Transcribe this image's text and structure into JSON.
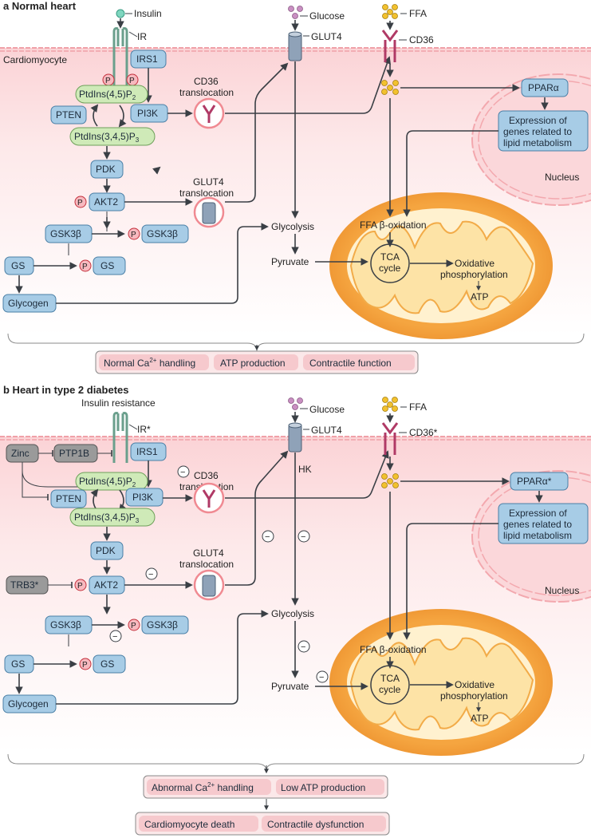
{
  "panel_a": {
    "title": "a  Normal heart",
    "cardiomyocyte": "Cardiomyocyte",
    "insulin": "Insulin",
    "ir": "IR",
    "irs1": "IRS1",
    "ptdins45": "PtdIns(4,5)P",
    "ptdins45_sub": "2",
    "pten": "PTEN",
    "pi3k": "PI3K",
    "ptdins345": "PtdIns(3,4,5)P",
    "ptdins345_sub": "3",
    "pdk": "PDK",
    "akt2": "AKT2",
    "gsk3b": "GSK3β",
    "gsk3b_p": "GSK3β",
    "gs": "GS",
    "gs_p": "GS",
    "glycogen": "Glycogen",
    "p": "P",
    "glucose": "Glucose",
    "glut4": "GLUT4",
    "ffa": "FFA",
    "cd36": "CD36",
    "cd36_transloc_1": "CD36",
    "cd36_transloc_2": "translocation",
    "glut4_transloc_1": "GLUT4",
    "glut4_transloc_2": "translocation",
    "glycolysis": "Glycolysis",
    "pyruvate": "Pyruvate",
    "ppara": "PPARα",
    "expr_1": "Expression of",
    "expr_2": "genes related to",
    "expr_3": "lipid metabolism",
    "nucleus": "Nucleus",
    "beta_ox": "FFA β-oxidation",
    "tca_1": "TCA",
    "tca_2": "cycle",
    "oxphos_1": "Oxidative",
    "oxphos_2": "phosphorylation",
    "atp": "ATP",
    "outcomes": {
      "ca_pre": "Normal  Ca",
      "ca_sup": "2+",
      "ca_post": " handling",
      "atp": "ATP production",
      "contractile": "Contractile function"
    }
  },
  "panel_b": {
    "title": "b  Heart in type 2 diabetes",
    "insulin_resistance": "Insulin resistance",
    "ir": "IR*",
    "zinc": "Zinc",
    "ptp1b": "PTP1B",
    "irs1": "IRS1",
    "ptdins45": "PtdIns(4,5)P",
    "ptdins45_sub": "2",
    "pten": "PTEN",
    "pi3k": "PI3K",
    "ptdins345": "PtdIns(3,4,5)P",
    "ptdins345_sub": "3",
    "pdk": "PDK",
    "trb3": "TRB3*",
    "akt2": "AKT2",
    "gsk3b": "GSK3β",
    "gsk3b_p": "GSK3β",
    "gs": "GS",
    "gs_p": "GS",
    "glycogen": "Glycogen",
    "p": "P",
    "minus": "−",
    "glucose": "Glucose",
    "glut4": "GLUT4",
    "hk": "HK",
    "ffa": "FFA",
    "cd36": "CD36*",
    "cd36_transloc_1": "CD36",
    "cd36_transloc_2": "translocation",
    "glut4_transloc_1": "GLUT4",
    "glut4_transloc_2": "translocation",
    "glycolysis": "Glycolysis",
    "pyruvate": "Pyruvate",
    "ppara": "PPARα*",
    "expr_1": "Expression of",
    "expr_2": "genes related to",
    "expr_3": "lipid metabolism",
    "nucleus": "Nucleus",
    "beta_ox": "FFA β-oxidation",
    "tca_1": "TCA",
    "tca_2": "cycle",
    "oxphos_1": "Oxidative",
    "oxphos_2": "phosphorylation",
    "atp": "ATP",
    "outcomes": {
      "ca_pre": "Abnormal  Ca",
      "ca_sup": "2+",
      "ca_post": " handling",
      "atp": "Low ATP production",
      "death": "Cardiomyocyte death",
      "dysfunction": "Contractile dysfunction"
    }
  },
  "colors": {
    "protein_blue": "#a7cce6",
    "lipid_green": "#cfeab8",
    "inhibitor_grey": "#9a9a9a",
    "phospho_red": "#d8505a",
    "mitochondrion_orange": "#f39a3a",
    "cell_pink": "#fde4e6",
    "ffa_yellow": "#f2c12e",
    "glucose_purple": "#c98fc2"
  }
}
